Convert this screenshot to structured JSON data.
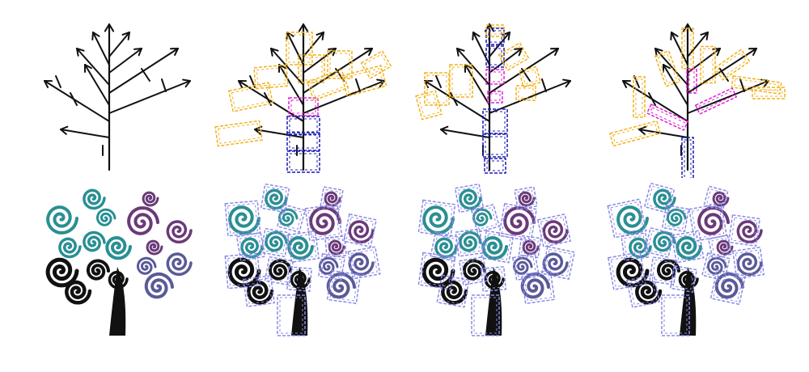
{
  "figure": {
    "rows": [
      {
        "name": "branch-tree-row",
        "panels": [
          "input",
          "decomposition-a",
          "decomposition-b",
          "decomposition-c"
        ]
      },
      {
        "name": "swirl-tree-row",
        "panels": [
          "input",
          "decomposition-a",
          "decomposition-b",
          "decomposition-c"
        ]
      }
    ]
  },
  "colors": {
    "stroke": "#111111",
    "box_orange": "#f2b21c",
    "box_blue": "#1a1ab0",
    "box_magenta": "#e020d8",
    "box_lavender": "#8a8ae6",
    "swirl_teal": "#2a8f93",
    "swirl_purple": "#6a3a78",
    "swirl_slate": "#5a5a98",
    "swirl_black": "#111111"
  }
}
